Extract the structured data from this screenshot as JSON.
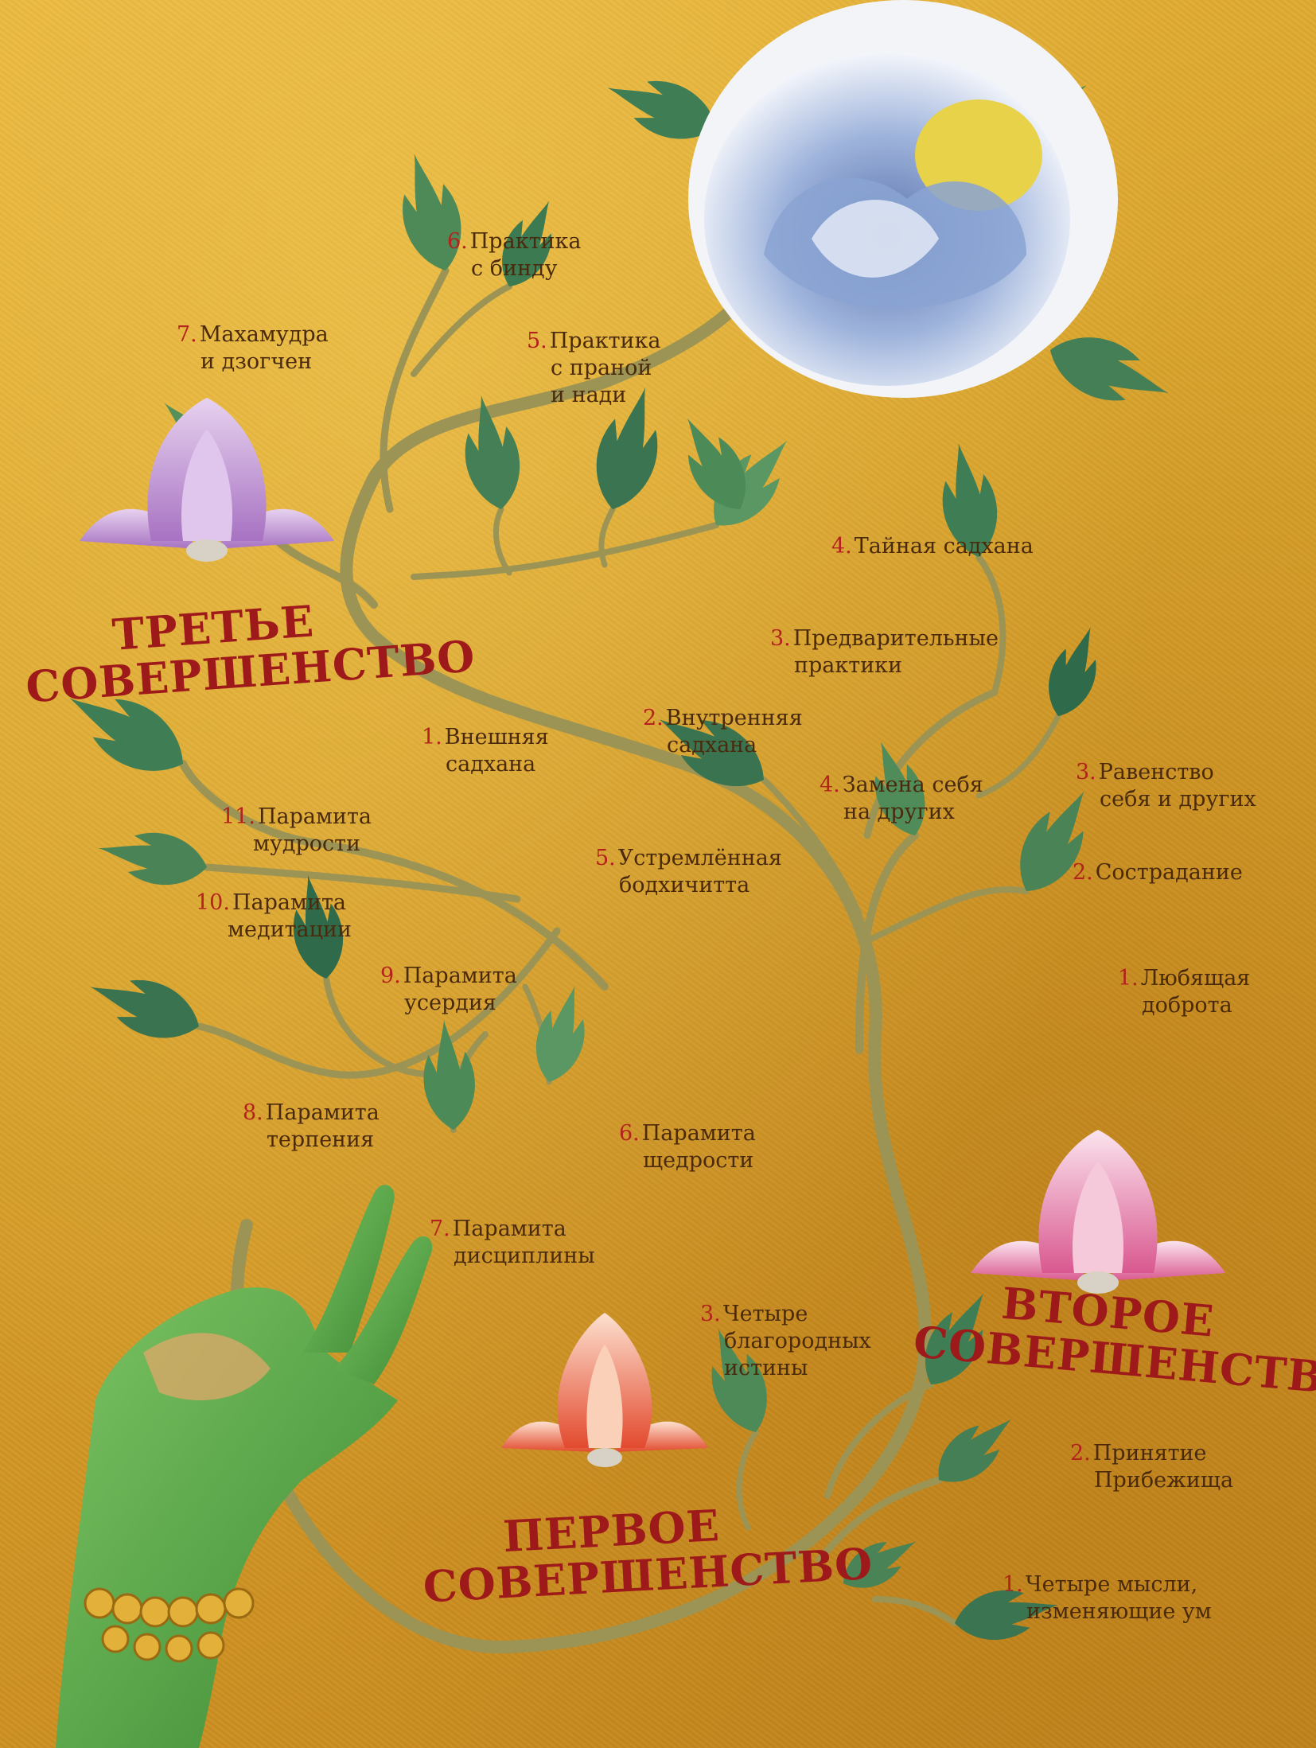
{
  "colors": {
    "background": "#d9a22a",
    "stem": "#9c9455",
    "leaf": "#3f7e55",
    "number": "#b3221c",
    "text": "#4a2a0c",
    "stage_title": "#9e1a1a",
    "peony": "#7f97c8",
    "lotus_violet": "#c79ad6",
    "lotus_pink": "#e68fb5",
    "lotus_red": "#ef6a4c",
    "hand": "#5aa845"
  },
  "stages": {
    "first": {
      "line1": "ПЕРВОЕ",
      "line2": "СОВЕРШЕНСТВО"
    },
    "second": {
      "line1": "ВТОРОЕ",
      "line2": "СОВЕРШЕНСТВО"
    },
    "third": {
      "line1": "ТРЕТЬЕ",
      "line2": "СОВЕРШЕНСТВО"
    }
  },
  "labels": {
    "first": [
      {
        "num": "1.",
        "line1": "Четыре мысли,",
        "line2": "изменяющие ум"
      },
      {
        "num": "2.",
        "line1": "Принятие",
        "line2": "Прибежища"
      },
      {
        "num": "3.",
        "line1": "Четыре",
        "line2": "благородных",
        "line3": "истины"
      },
      {
        "num": "6.",
        "line1": "Парамита",
        "line2": "щедрости"
      },
      {
        "num": "7.",
        "line1": "Парамита",
        "line2": "дисциплины"
      },
      {
        "num": "8.",
        "line1": "Парамита",
        "line2": "терпения"
      },
      {
        "num": "9.",
        "line1": "Парамита",
        "line2": "усердия"
      },
      {
        "num": "10.",
        "line1": "Парамита",
        "line2": "медитации"
      },
      {
        "num": "11.",
        "line1": "Парамита",
        "line2": "мудрости"
      }
    ],
    "second": [
      {
        "num": "1.",
        "line1": "Любящая",
        "line2": "доброта"
      },
      {
        "num": "2.",
        "line1": "Сострадание"
      },
      {
        "num": "3.",
        "line1": "Равенство",
        "line2": "себя и других"
      },
      {
        "num": "4.",
        "line1": "Замена себя",
        "line2": "на других"
      },
      {
        "num": "5.",
        "line1": "Устремлённая",
        "line2": "бодхичитта"
      }
    ],
    "third": [
      {
        "num": "1.",
        "line1": "Внешняя",
        "line2": "садхана"
      },
      {
        "num": "2.",
        "line1": "Внутренняя",
        "line2": "садхана"
      },
      {
        "num": "3.",
        "line1": "Предварительные",
        "line2": "практики"
      },
      {
        "num": "4.",
        "line1": "Тайная садхана"
      },
      {
        "num": "5.",
        "line1": "Практика",
        "line2": "с праной",
        "line3": "и нади"
      },
      {
        "num": "6.",
        "line1": "Практика",
        "line2": "с бинду"
      },
      {
        "num": "7.",
        "line1": "Махамудра",
        "line2": "и дзогчен"
      }
    ]
  }
}
